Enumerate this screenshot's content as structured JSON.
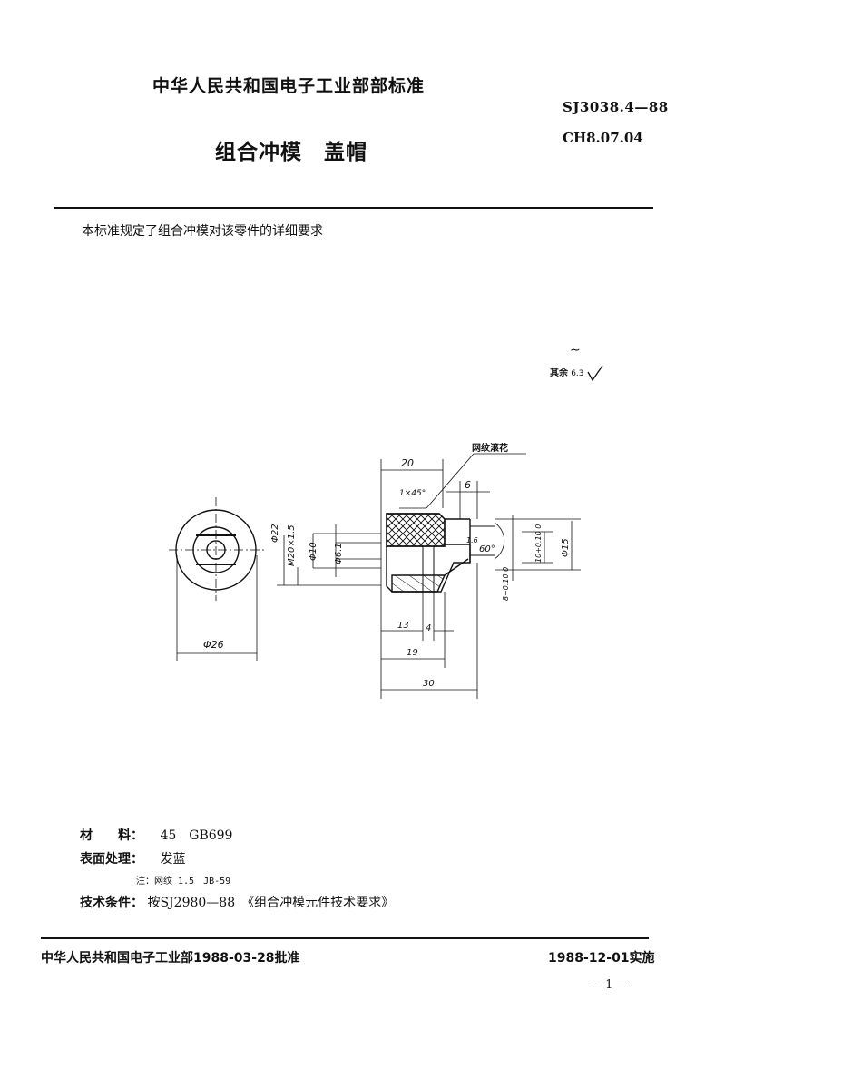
{
  "header": {
    "organization": "中华人民共和国电子工业部部标准",
    "standard_number": "SJ3038.4—88",
    "classification_code": "CH8.07.04",
    "title": "组合冲模　盖帽"
  },
  "intro": "本标准规定了组合冲模对该零件的详细要求",
  "roughness_note": {
    "top_symbol": "∼",
    "label": "其余",
    "value": "6.3"
  },
  "drawing": {
    "callout": "网纹滚花",
    "dimensions": {
      "end_view_diameter": "Φ26",
      "outer_diameter": "Φ22",
      "thread": "M20×1.5",
      "bore": "Φ10",
      "small_bore": "Φ6.1",
      "length_knurl": "20",
      "chamfer": "1×45°",
      "step": "6",
      "roughness_inner": "1.6",
      "angle": "60°",
      "hole_tol_10": "10+0.10 0",
      "hole_tol_8": "8+0.10 0",
      "tip_diameter": "Φ15",
      "len_13": "13",
      "len_4": "4",
      "len_19": "19",
      "len_30": "30"
    }
  },
  "specs": {
    "material_label": "材　　料：",
    "material_value": "45　GB699",
    "surface_label": "表面处理：",
    "surface_value": "发蓝",
    "note": "注：网纹 1.5　JB-59",
    "tech_label": "技术条件：",
    "tech_value": "按SJ2980—88　《组合冲模元件技术要求》"
  },
  "footer": {
    "approval": "中华人民共和国电子工业部1988-03-28批准",
    "effective": "1988-12-01实施",
    "page": "— 1 —"
  }
}
